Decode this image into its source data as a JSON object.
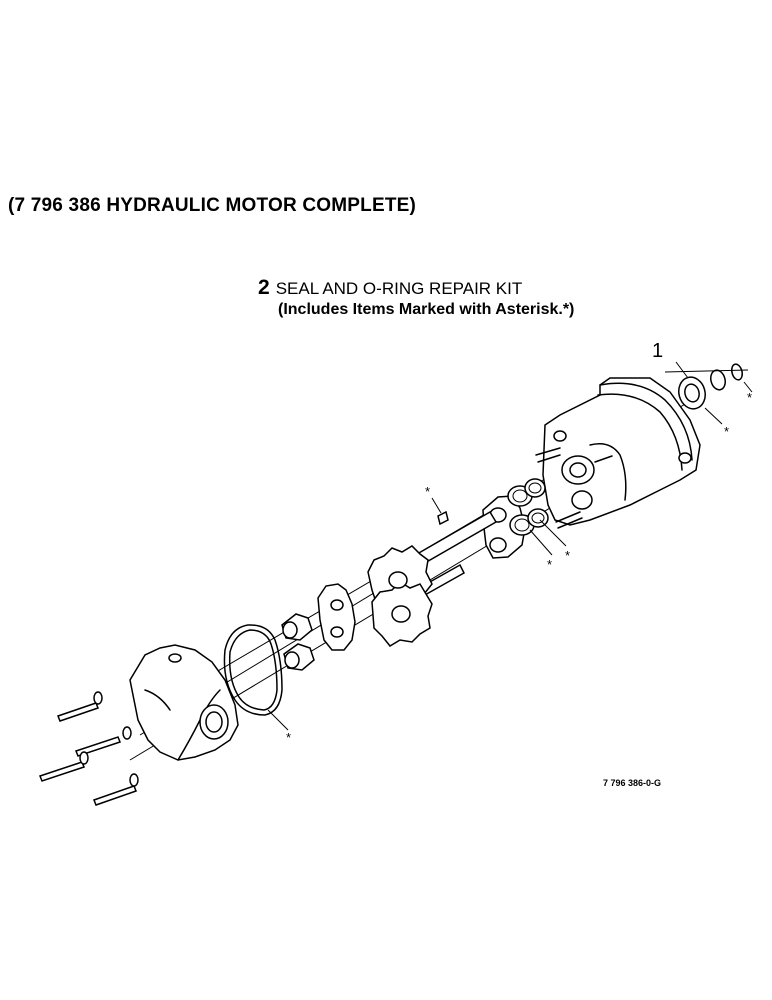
{
  "header": {
    "title": "(7 796 386 HYDRAULIC MOTOR COMPLETE)"
  },
  "kit": {
    "number": "2",
    "name": "SEAL AND O-RING REPAIR KIT",
    "note": "(Includes Items Marked with Asterisk.*)"
  },
  "callouts": {
    "item_1": "1",
    "asterisk": "*"
  },
  "figure_code": "7 796 386-0-G"
}
